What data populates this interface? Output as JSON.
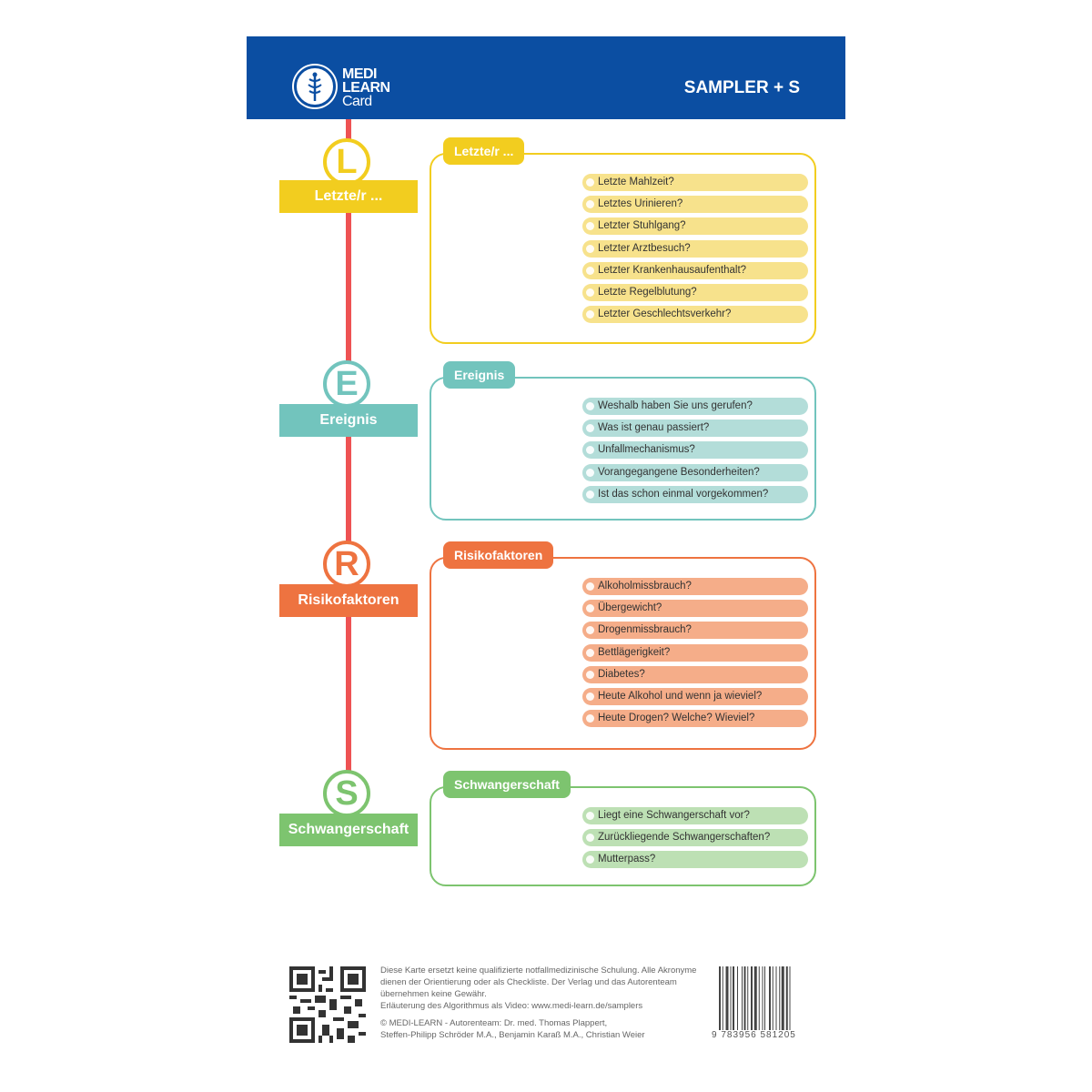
{
  "header": {
    "logo_line1": "MEDI",
    "logo_line2": "LEARN",
    "logo_line3": "Card",
    "title": "SAMPLER + S"
  },
  "sections": [
    {
      "letter": "L",
      "label": "Letzte/r ...",
      "tag": "Letzte/r ...",
      "color": "#f2cd1f",
      "item_color": "#f7e28c",
      "items": [
        "Letzte Mahlzeit?",
        "Letztes Urinieren?",
        "Letzter Stuhlgang?",
        "Letzter Arztbesuch?",
        "Letzter Krankenhausaufenthalt?",
        "Letzte Regelblutung?",
        "Letzter Geschlechtsverkehr?"
      ]
    },
    {
      "letter": "E",
      "label": "Ereignis",
      "tag": "Ereignis",
      "color": "#72c4bd",
      "item_color": "#b3ddd9",
      "items": [
        "Weshalb haben Sie uns gerufen?",
        "Was ist genau passiert?",
        "Unfallmechanismus?",
        "Vorangegangene Besonderheiten?",
        "Ist das schon einmal vorgekommen?"
      ]
    },
    {
      "letter": "R",
      "label": "Risikofaktoren",
      "tag": "Risikofaktoren",
      "color": "#ee7340",
      "item_color": "#f5ad89",
      "items": [
        "Alkoholmissbrauch?",
        "Übergewicht?",
        "Drogenmissbrauch?",
        "Bettlägerigkeit?",
        "Diabetes?",
        "Heute Alkohol und wenn ja wieviel?",
        "Heute Drogen? Welche? Wieviel?"
      ]
    },
    {
      "letter": "S",
      "label": "Schwangerschaft",
      "tag": "Schwangerschaft",
      "color": "#7dc46f",
      "item_color": "#bde0b4",
      "items": [
        "Liegt eine Schwangerschaft vor?",
        "Zurückliegende Schwangerschaften?",
        "Mutterpass?"
      ]
    }
  ],
  "footer": {
    "disclaimer": "Diese Karte ersetzt keine qualifizierte notfallmedizinische Schulung. Alle Akronyme dienen der Orientierung oder als Checkliste. Der Verlag und das Autorenteam übernehmen keine Gewähr.",
    "video": "Erläuterung des Algorithmus als Video: www.medi-learn.de/samplers",
    "copyright_line1": "© MEDI-LEARN - Autorenteam: Dr. med. Thomas Plappert,",
    "copyright_line2": "Steffen-Philipp Schröder M.A., Benjamin Karaß M.A., Christian Weier",
    "barcode_number": "9 783956 581205"
  }
}
